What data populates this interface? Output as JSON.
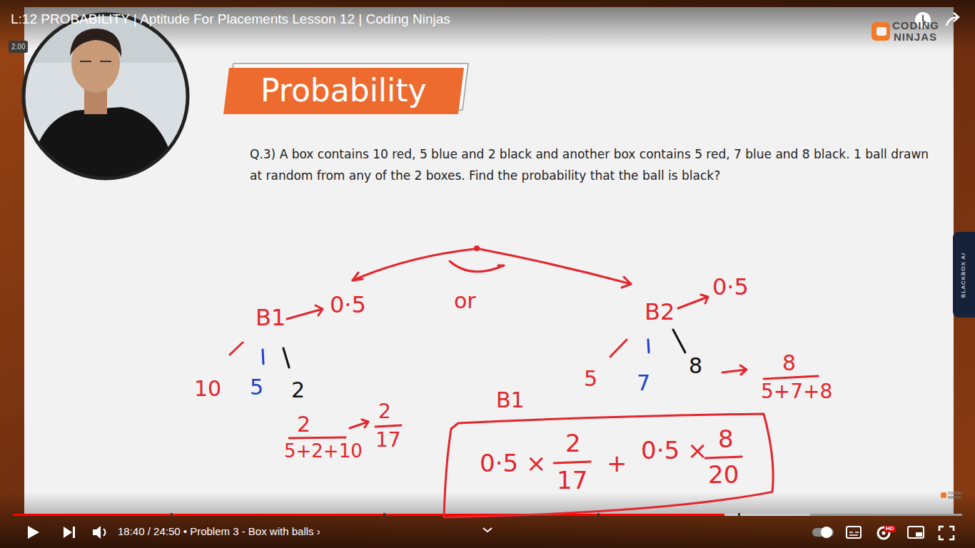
{
  "diagram": {
    "title": "L:12 PROBABILITY | Aptitude For Placements Lesson 12 | Coding Ninjas",
    "nodes": [
      {
        "text": [
          "Probability"
        ]
      },
      {
        "text": [
          "0·5 ×",
          "2",
          "17",
          "+",
          "0·5 ×",
          "8",
          "20"
        ]
      }
    ],
    "labels": [
      "2.00",
      "CODING",
      "NINJAS",
      "Q.3) A box contains 10 red, 5 blue and 2 black and another box contains 5 red, 7 blue and 8 black. 1 ball drawn at random from any of the 2 boxes. Find the probability that the ball is black?",
      "B1",
      "0·5",
      "or",
      "B2",
      "0·5",
      "10",
      "5",
      "2",
      "5",
      "7",
      "8",
      "8",
      "5+7+8",
      "2",
      "5+2+10",
      "2",
      "17",
      "B1",
      "BLACKBOX AI",
      "CODING NINJAS",
      "18:40 / 24:50 • Problem 3 - Box with balls ›",
      "HD"
    ]
  }
}
